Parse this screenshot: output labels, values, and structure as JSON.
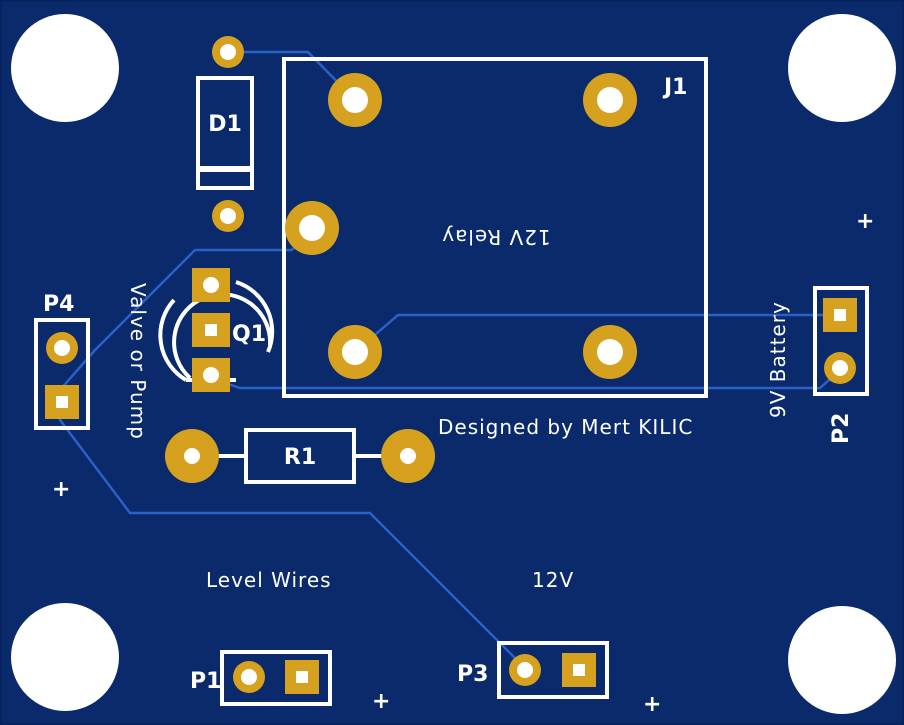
{
  "colors": {
    "board": "#0a2a6b",
    "board_edge": "#06245e",
    "trace": "#2a60c8",
    "copper": "#d6a11f",
    "silkscreen": "#ffffff",
    "hole": "#ffffff"
  },
  "labels": {
    "d1": "D1",
    "j1": "J1",
    "relay": "12V Relay",
    "q1": "Q1",
    "r1": "R1",
    "p1": "P1",
    "p2": "P2",
    "p3": "P3",
    "p4": "P4",
    "valve": "Valve or Pump",
    "battery": "9V Battery",
    "designer": "Designed by Mert KILIC",
    "level_wires": "Level Wires",
    "twelve_v": "12V",
    "plus_p1": "+",
    "plus_p2": "+",
    "plus_p3": "+",
    "plus_p4": "+"
  }
}
